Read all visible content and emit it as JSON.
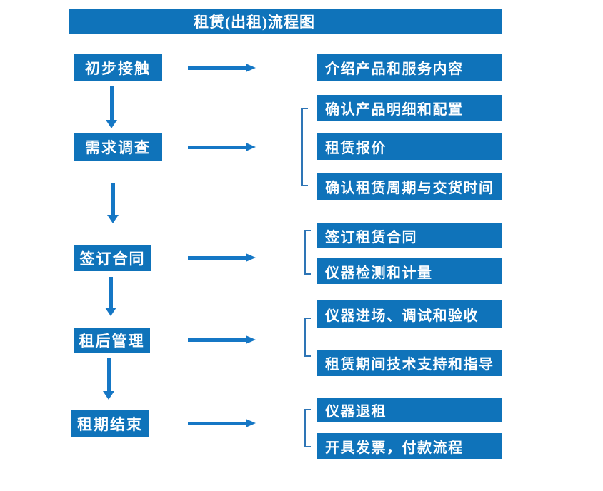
{
  "title": "租赁(出租)流程图",
  "colors": {
    "box_blue": "#0f73ba",
    "arrow_blue": "#1577c5",
    "bracket_blue": "#2e75b6",
    "text_white": "#ffffff"
  },
  "left_steps": [
    {
      "label": "初步接触"
    },
    {
      "label": "需求调查"
    },
    {
      "label": "签订合同"
    },
    {
      "label": "租后管理"
    },
    {
      "label": "租期结束"
    }
  ],
  "right_items": [
    {
      "label": "介绍产品和服务内容"
    },
    {
      "label": "确认产品明细和配置"
    },
    {
      "label": "租赁报价"
    },
    {
      "label": "确认租赁周期与交货时间"
    },
    {
      "label": "签订租赁合同"
    },
    {
      "label": "仪器检测和计量"
    },
    {
      "label": "仪器进场、调试和验收"
    },
    {
      "label": "租赁期间技术支持和指导"
    },
    {
      "label": "仪器退租"
    },
    {
      "label": "开具发票，付款流程"
    }
  ]
}
